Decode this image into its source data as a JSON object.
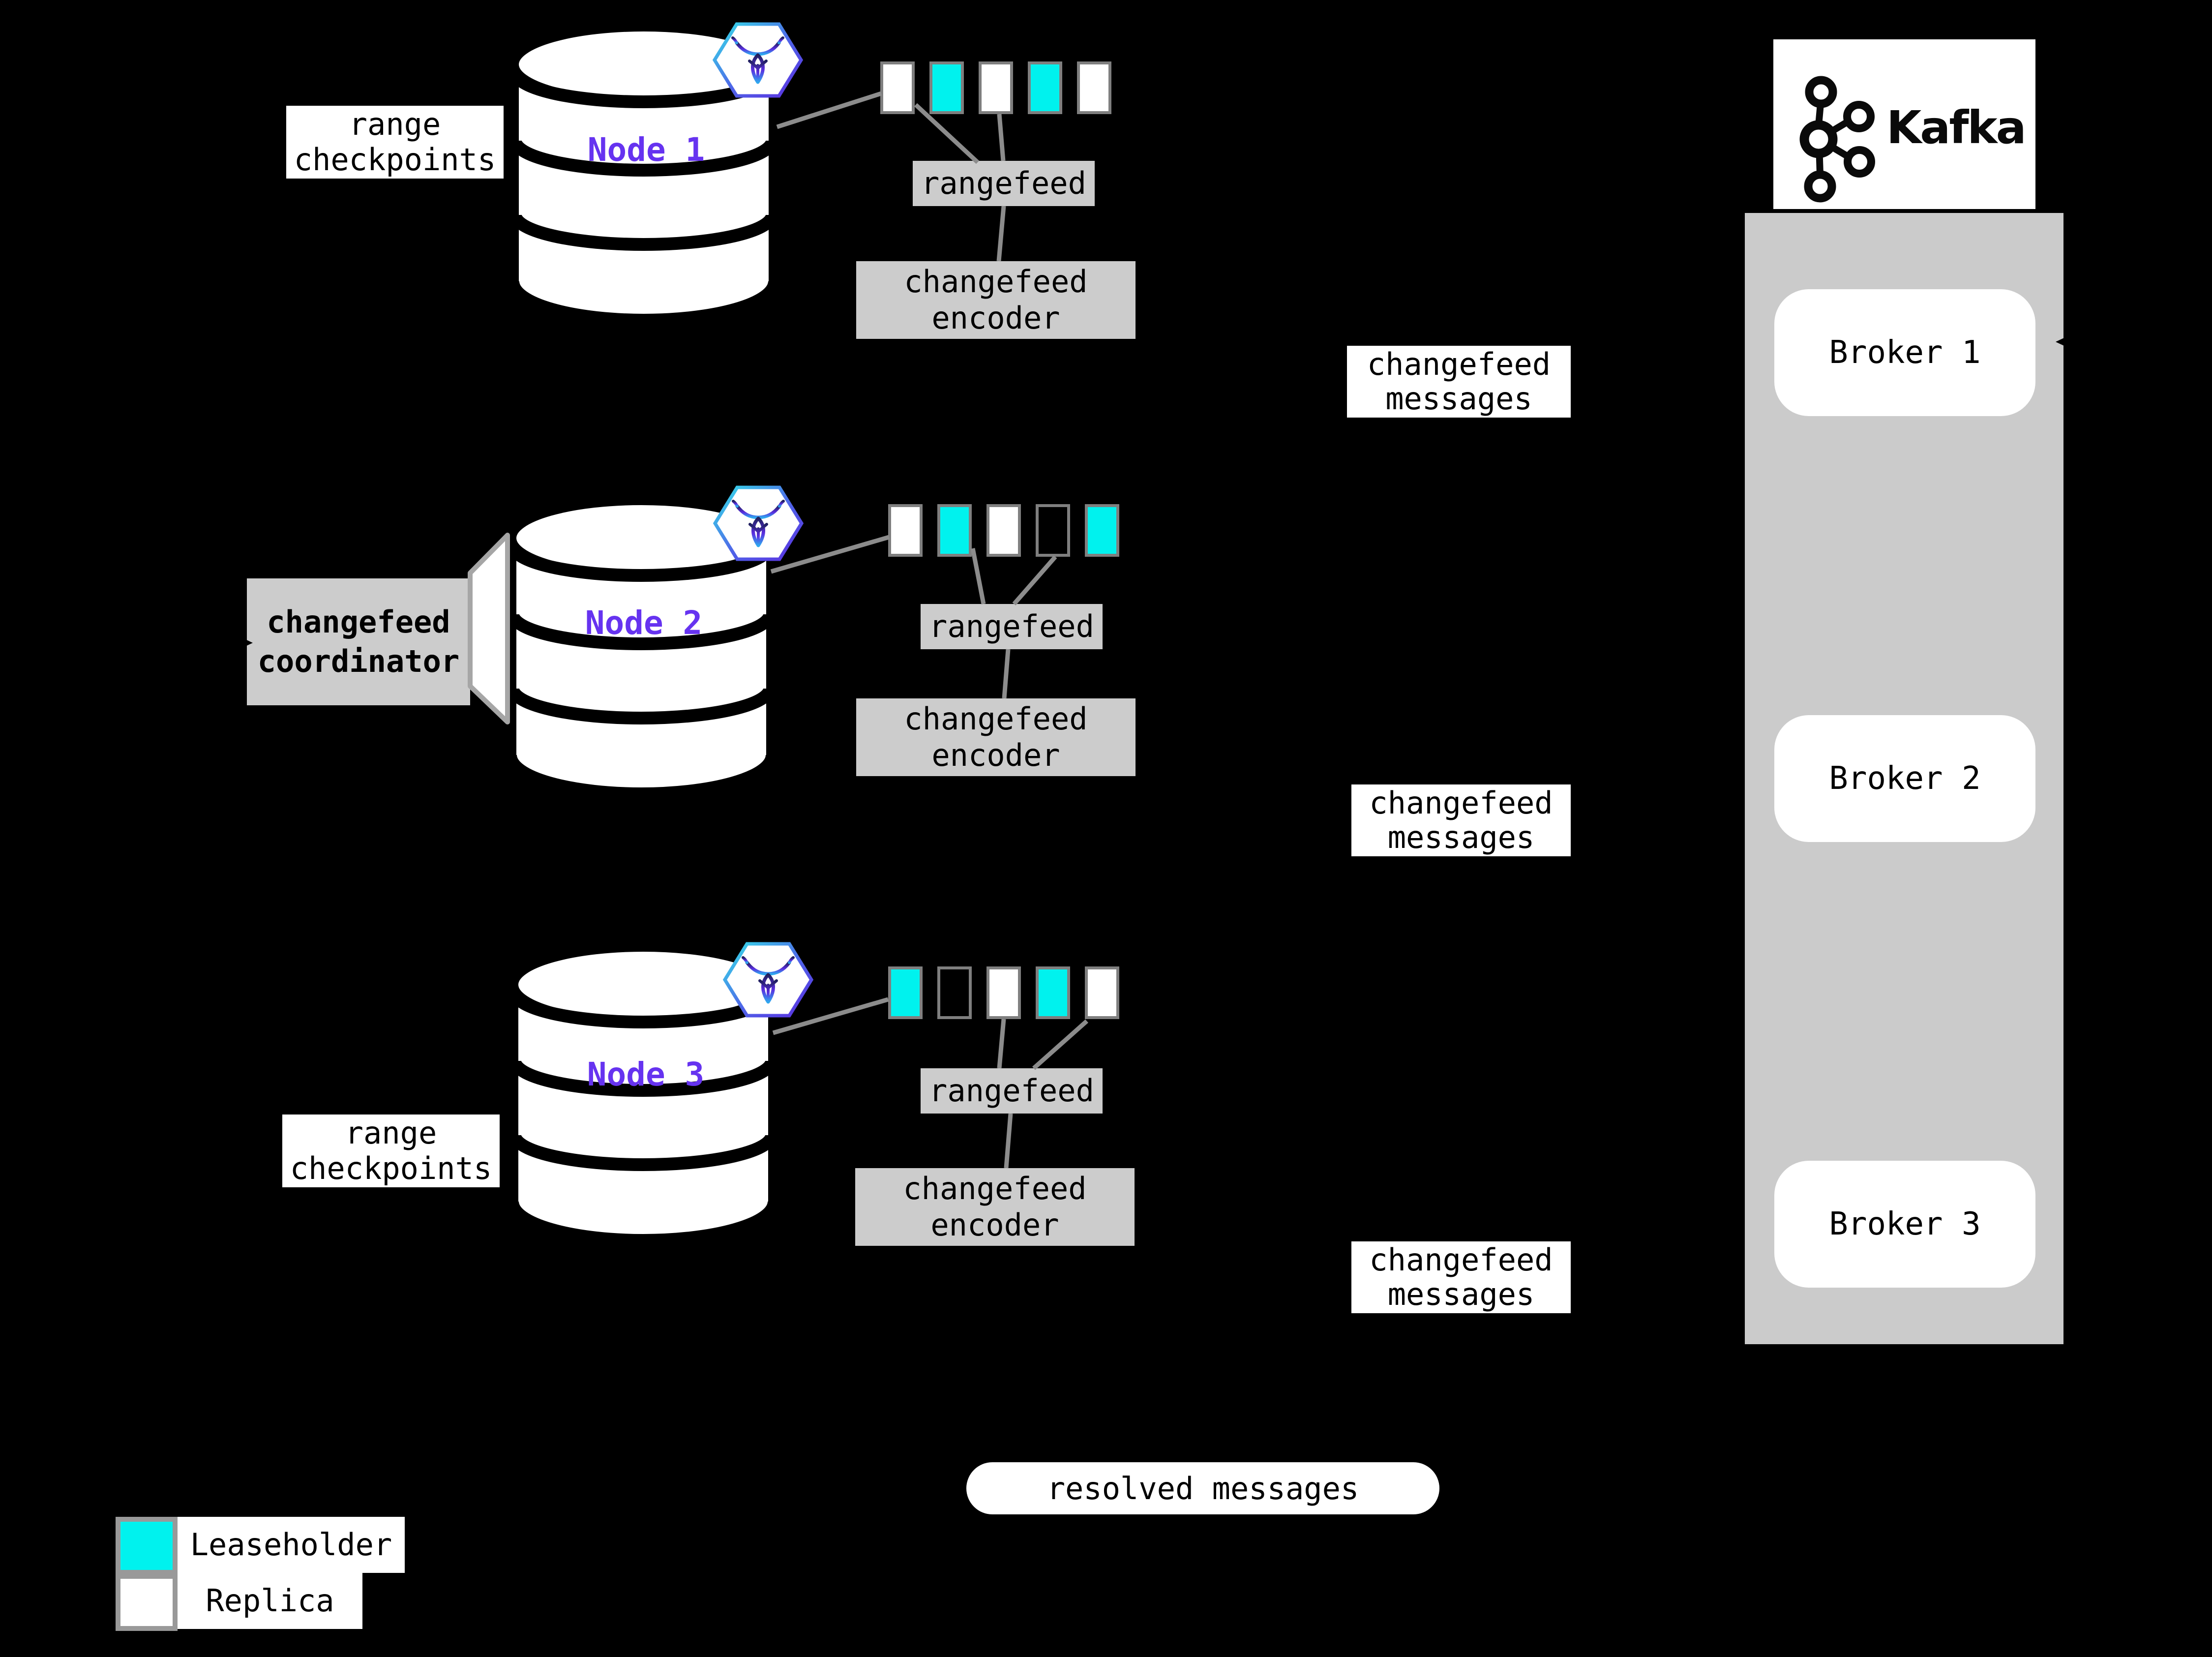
{
  "labels": {
    "range_checkpoints_line1": "range",
    "range_checkpoints_line2": "checkpoints",
    "rangefeed": "rangefeed",
    "encoder_line1": "changefeed",
    "encoder_line2": "encoder",
    "messages_line1": "changefeed",
    "messages_line2": "messages",
    "coordinator_line1": "changefeed",
    "coordinator_line2": "coordinator",
    "resolved_messages": "resolved messages"
  },
  "nodes": [
    {
      "label": "Node 1",
      "squares": [
        "replica",
        "leaseholder",
        "replica",
        "leaseholder",
        "replica"
      ]
    },
    {
      "label": "Node 2",
      "squares": [
        "replica",
        "leaseholder",
        "replica",
        "empty",
        "leaseholder"
      ]
    },
    {
      "label": "Node 3",
      "squares": [
        "leaseholder",
        "empty",
        "replica",
        "leaseholder",
        "replica"
      ]
    }
  ],
  "kafka": {
    "title": "Kafka",
    "brokers": [
      "Broker 1",
      "Broker 2",
      "Broker 3"
    ]
  },
  "legend": {
    "leaseholder_label": "Leaseholder",
    "replica_label": "Replica",
    "leaseholder_color": "#00f2ee",
    "replica_color": "#ffffff"
  },
  "colors": {
    "node_label": "#6633f0",
    "box_gray": "#cccccc",
    "container_gray": "#cbcbcb",
    "connector_gray": "#8c8c8c",
    "background": "#000000"
  }
}
